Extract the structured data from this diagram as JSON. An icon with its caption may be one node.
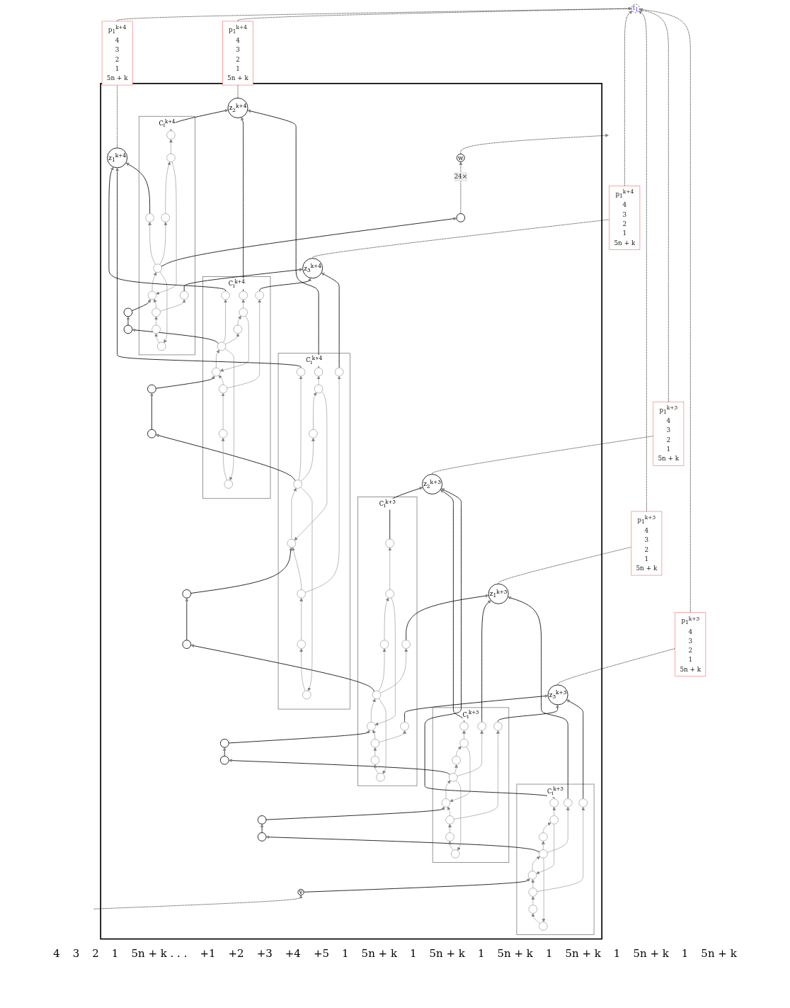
{
  "diagram": {
    "nodes": [
      {
        "text": [],
        "shape": "box"
      },
      {
        "text": [
          "w"
        ],
        "in": 0
      },
      {
        "text": [],
        "shape": "circle",
        "in": 0
      },
      {
        "text": [
          "C$_{i}$$^{k+4}$"
        ],
        "in": 0
      },
      {
        "text": [],
        "shape": "circle",
        "in": 3
      },
      {
        "text": [],
        "shape": "circle",
        "in": 3
      },
      {
        "text": [],
        "shape": "circle",
        "in": 3
      },
      {
        "text": [],
        "shape": "circle",
        "in": 3
      },
      {
        "text": [],
        "shape": "circle",
        "in": 3
      },
      {
        "text": [],
        "shape": "circle",
        "in": 3
      },
      {
        "text": [],
        "shape": "circle",
        "in": 3
      },
      {
        "text": [],
        "shape": "circle",
        "in": 3
      },
      {
        "text": [],
        "shape": "circle",
        "in": 3
      },
      {
        "text": [],
        "shape": "circle",
        "in": 3
      },
      {
        "text": [],
        "shape": "circle",
        "in": 0
      },
      {
        "text": [],
        "shape": "circle",
        "in": 0
      },
      {
        "text": [
          "z$_{1}$$^{k+4}$"
        ],
        "in": 0
      },
      {
        "text": [
          "C$_{i}$$^{k+4}$"
        ],
        "in": 0
      },
      {
        "text": [],
        "shape": "circle",
        "in": 17
      },
      {
        "text": [],
        "shape": "circle",
        "in": 17
      },
      {
        "text": [],
        "shape": "circle",
        "in": 17
      },
      {
        "text": [],
        "shape": "circle",
        "in": 17
      },
      {
        "text": [],
        "shape": "circle",
        "in": 17
      },
      {
        "text": [],
        "shape": "circle",
        "in": 17
      },
      {
        "text": [],
        "shape": "circle",
        "in": 17
      },
      {
        "text": [],
        "shape": "circle",
        "in": 17
      },
      {
        "text": [],
        "shape": "circle",
        "in": 17
      },
      {
        "text": [],
        "shape": "circle",
        "in": 17
      },
      {
        "text": [
          "z$_{2}$$^{k+4}$"
        ],
        "in": 0
      },
      {
        "text": [],
        "shape": "circle",
        "in": 0
      },
      {
        "text": [],
        "shape": "circle",
        "in": 0
      },
      {
        "text": [
          "z$_{3}$$^{k+4}$"
        ],
        "in": 0
      },
      {
        "text": [
          "C$_{i}$$^{k+4}$"
        ],
        "in": 0
      },
      {
        "text": [],
        "shape": "circle",
        "in": 32
      },
      {
        "text": [],
        "shape": "circle",
        "in": 32
      },
      {
        "text": [],
        "shape": "circle",
        "in": 32
      },
      {
        "text": [],
        "shape": "circle",
        "in": 32
      },
      {
        "text": [],
        "shape": "circle",
        "in": 32
      },
      {
        "text": [],
        "shape": "circle",
        "in": 32
      },
      {
        "text": [],
        "shape": "circle",
        "in": 32
      },
      {
        "text": [],
        "shape": "circle",
        "in": 32
      },
      {
        "text": [],
        "shape": "circle",
        "in": 32
      },
      {
        "text": [],
        "shape": "circle",
        "in": 32
      },
      {
        "text": [],
        "shape": "circle",
        "in": 0
      },
      {
        "text": [],
        "shape": "circle",
        "in": 0
      },
      {
        "text": [
          "C$_{i}$$^{k+3}$"
        ],
        "in": 0
      },
      {
        "text": [],
        "shape": "circle",
        "in": 45
      },
      {
        "text": [],
        "shape": "circle",
        "in": 45
      },
      {
        "text": [],
        "shape": "circle",
        "in": 45
      },
      {
        "text": [],
        "shape": "circle",
        "in": 45
      },
      {
        "text": [],
        "shape": "circle",
        "in": 45
      },
      {
        "text": [],
        "shape": "circle",
        "in": 45
      },
      {
        "text": [],
        "shape": "circle",
        "in": 45
      },
      {
        "text": [],
        "shape": "circle",
        "in": 45
      },
      {
        "text": [],
        "shape": "circle",
        "in": 45
      },
      {
        "text": [],
        "shape": "circle",
        "in": 45
      },
      {
        "text": [],
        "shape": "circle",
        "in": 0
      },
      {
        "text": [
          "z$_{1}$$^{k+3}$"
        ],
        "in": 0
      },
      {
        "text": [],
        "shape": "circle",
        "in": 0
      },
      {
        "text": [
          "C$_{i}$$^{k+3}$"
        ],
        "in": 0
      },
      {
        "text": [],
        "shape": "circle",
        "in": 59
      },
      {
        "text": [],
        "shape": "circle",
        "in": 59
      },
      {
        "text": [],
        "shape": "circle",
        "in": 59
      },
      {
        "text": [],
        "shape": "circle",
        "in": 59
      },
      {
        "text": [],
        "shape": "circle",
        "in": 59
      },
      {
        "text": [],
        "shape": "circle",
        "in": 59
      },
      {
        "text": [],
        "shape": "circle",
        "in": 59
      },
      {
        "text": [],
        "shape": "circle",
        "in": 59
      },
      {
        "text": [],
        "shape": "circle",
        "in": 59
      },
      {
        "text": [],
        "shape": "circle",
        "in": 59
      },
      {
        "text": [
          "z$_{2}$$^{k+3}$"
        ],
        "in": 0
      },
      {
        "text": [],
        "shape": "circle",
        "in": 0
      },
      {
        "text": [
          "z$_{3}$$^{k+3}$"
        ],
        "in": 0
      },
      {
        "text": [],
        "shape": "circle",
        "in": 0
      },
      {
        "text": [
          "C$_{i}$$^{k+3}$"
        ],
        "in": 0
      },
      {
        "text": [],
        "shape": "circle",
        "in": 74
      },
      {
        "text": [],
        "shape": "circle",
        "in": 74
      },
      {
        "text": [],
        "shape": "circle",
        "in": 74
      },
      {
        "text": [],
        "shape": "circle",
        "in": 74
      },
      {
        "text": [],
        "shape": "circle",
        "in": 74
      },
      {
        "text": [],
        "shape": "circle",
        "in": 74
      },
      {
        "text": [],
        "shape": "circle",
        "in": 74
      },
      {
        "text": [],
        "shape": "circle",
        "in": 74
      },
      {
        "text": [],
        "shape": "circle",
        "in": 74
      },
      {
        "text": [],
        "shape": "circle",
        "in": 74
      },
      {
        "text": [
          "v"
        ],
        "in": 0
      },
      {
        "text": [
          "p$_{1}$$^{k+4}$",
          "4",
          "3",
          "2",
          "1",
          "5n + k"
        ]
      },
      {
        "text": [
          "p$_{1}$$^{k+4}$",
          "4",
          "3",
          "2",
          "1",
          "5n + k"
        ]
      },
      {
        "text": [
          "p$_{1}$$^{k+4}$",
          "4",
          "3",
          "2",
          "1",
          "5n + k"
        ]
      },
      {
        "text": [
          "t$_{1}$"
        ]
      },
      {
        "text": [
          "p$_{1}$$^{k+3}$",
          "4",
          "3",
          "2",
          "1",
          "5n + k"
        ]
      },
      {
        "text": [
          "p$_{1}$$^{k+3}$",
          "4",
          "3",
          "2",
          "1",
          "5n + k"
        ]
      },
      {
        "text": [
          "p$_{1}$$^{k+3}$",
          "4",
          "3",
          "2",
          "1",
          "5n + k"
        ]
      }
    ],
    "edges": [
      {
        "from": null,
        "to": 85,
        "arrow": "to",
        "style": "dashed",
        "color": "#000000"
      },
      {
        "from": 85,
        "to": 81,
        "arrow": "to",
        "color": "#000000"
      },
      {
        "from": 77,
        "to": 73,
        "arrow": "to",
        "color": "#000000"
      },
      {
        "from": 73,
        "to": 71,
        "arrow": "to",
        "color": "#000000"
      },
      {
        "from": 71,
        "to": 66,
        "arrow": "to",
        "color": "#000000"
      },
      {
        "from": 62,
        "to": 58,
        "arrow": "to",
        "color": "#000000"
      },
      {
        "from": 58,
        "to": 56,
        "arrow": "to",
        "color": "#000000"
      },
      {
        "from": 56,
        "to": 52,
        "arrow": "to",
        "color": "#000000"
      },
      {
        "from": 48,
        "to": 44,
        "arrow": "to",
        "color": "#000000"
      },
      {
        "from": 44,
        "to": 43,
        "arrow": "to",
        "color": "#000000"
      },
      {
        "from": 43,
        "to": 39,
        "arrow": "to",
        "color": "#000000"
      },
      {
        "from": 35,
        "to": 30,
        "arrow": "to",
        "color": "#000000"
      },
      {
        "from": 30,
        "to": 29,
        "arrow": "to",
        "color": "#000000"
      },
      {
        "from": 29,
        "to": 24,
        "arrow": "to",
        "color": "#000000"
      },
      {
        "from": 20,
        "to": 15,
        "arrow": "to",
        "color": "#000000"
      },
      {
        "from": 15,
        "to": 14,
        "arrow": "to",
        "color": "#000000"
      },
      {
        "from": 14,
        "to": 10,
        "arrow": "to",
        "color": "#000000"
      },
      {
        "from": 6,
        "to": 2,
        "arrow": "to",
        "color": "#000000"
      },
      {
        "from": 2,
        "to": 1,
        "arrow": "to",
        "label": "24×",
        "style": "dashed",
        "color": "#000000"
      },
      {
        "from": 1,
        "to": null,
        "arrow": "to",
        "style": "dashed",
        "color": "#000000"
      },
      {
        "from": 6,
        "to": 4,
        "arrow": "to"
      },
      {
        "from": 4,
        "to": 8,
        "arrow": "to"
      },
      {
        "from": 8,
        "to": 12,
        "arrow": "to"
      },
      {
        "from": 12,
        "to": 10,
        "arrow": "to"
      },
      {
        "from": 10,
        "to": 6,
        "arrow": "to"
      },
      {
        "from": 6,
        "to": 7,
        "arrow": "to"
      },
      {
        "from": 7,
        "to": 11,
        "arrow": "to"
      },
      {
        "from": 11,
        "to": 10,
        "arrow": "to"
      },
      {
        "from": 11,
        "to": 9,
        "arrow": "to"
      },
      {
        "from": 6,
        "to": 5,
        "arrow": "to"
      },
      {
        "from": 12,
        "to": 13,
        "arrow": "to"
      },
      {
        "from": 5,
        "to": 16,
        "arrow": "to",
        "color": "#000000"
      },
      {
        "from": 9,
        "to": 28,
        "arrow": "to",
        "color": "#000000"
      },
      {
        "from": 13,
        "to": 31,
        "arrow": "to",
        "color": "#000000"
      },
      {
        "from": 20,
        "to": 18,
        "arrow": "to"
      },
      {
        "from": 18,
        "to": 22,
        "arrow": "to"
      },
      {
        "from": 22,
        "to": 26,
        "arrow": "to"
      },
      {
        "from": 26,
        "to": 24,
        "arrow": "to"
      },
      {
        "from": 24,
        "to": 20,
        "arrow": "to"
      },
      {
        "from": 20,
        "to": 21,
        "arrow": "to"
      },
      {
        "from": 21,
        "to": 25,
        "arrow": "to"
      },
      {
        "from": 25,
        "to": 24,
        "arrow": "to"
      },
      {
        "from": 25,
        "to": 23,
        "arrow": "to"
      },
      {
        "from": 20,
        "to": 19,
        "arrow": "to"
      },
      {
        "from": 26,
        "to": 27,
        "arrow": "to"
      },
      {
        "from": 19,
        "to": 16,
        "arrow": "to",
        "color": "#000000"
      },
      {
        "from": 23,
        "to": 28,
        "arrow": "to",
        "color": "#000000"
      },
      {
        "from": 27,
        "to": 31,
        "arrow": "to",
        "color": "#000000"
      },
      {
        "from": 35,
        "to": 33,
        "arrow": "to"
      },
      {
        "from": 33,
        "to": 37,
        "arrow": "to"
      },
      {
        "from": 37,
        "to": 41,
        "arrow": "to"
      },
      {
        "from": 41,
        "to": 39,
        "arrow": "to"
      },
      {
        "from": 39,
        "to": 35,
        "arrow": "to"
      },
      {
        "from": 35,
        "to": 36,
        "arrow": "to"
      },
      {
        "from": 36,
        "to": 40,
        "arrow": "to"
      },
      {
        "from": 40,
        "to": 39,
        "arrow": "to"
      },
      {
        "from": 40,
        "to": 38,
        "arrow": "to"
      },
      {
        "from": 35,
        "to": 34,
        "arrow": "to"
      },
      {
        "from": 41,
        "to": 42,
        "arrow": "to"
      },
      {
        "from": 34,
        "to": 16,
        "arrow": "to",
        "color": "#000000"
      },
      {
        "from": 38,
        "to": 28,
        "arrow": "to",
        "color": "#000000"
      },
      {
        "from": 42,
        "to": 31,
        "arrow": "to",
        "color": "#000000"
      },
      {
        "from": 48,
        "to": 46,
        "arrow": "to"
      },
      {
        "from": 46,
        "to": 50,
        "arrow": "to"
      },
      {
        "from": 50,
        "to": 54,
        "arrow": "to"
      },
      {
        "from": 54,
        "to": 52,
        "arrow": "to"
      },
      {
        "from": 52,
        "to": 48,
        "arrow": "to"
      },
      {
        "from": 48,
        "to": 49,
        "arrow": "to"
      },
      {
        "from": 49,
        "to": 53,
        "arrow": "to"
      },
      {
        "from": 53,
        "to": 52,
        "arrow": "to"
      },
      {
        "from": 53,
        "to": 51,
        "arrow": "to"
      },
      {
        "from": 48,
        "to": 47,
        "arrow": "to"
      },
      {
        "from": 54,
        "to": 55,
        "arrow": "to"
      },
      {
        "from": 47,
        "to": 57,
        "arrow": "to",
        "color": "#000000"
      },
      {
        "from": 51,
        "to": 70,
        "arrow": "to",
        "color": "#000000"
      },
      {
        "from": 55,
        "to": 72,
        "arrow": "to",
        "color": "#000000"
      },
      {
        "from": 62,
        "to": 60,
        "arrow": "to"
      },
      {
        "from": 60,
        "to": 64,
        "arrow": "to"
      },
      {
        "from": 64,
        "to": 68,
        "arrow": "to"
      },
      {
        "from": 68,
        "to": 66,
        "arrow": "to"
      },
      {
        "from": 66,
        "to": 62,
        "arrow": "to"
      },
      {
        "from": 62,
        "to": 63,
        "arrow": "to"
      },
      {
        "from": 63,
        "to": 67,
        "arrow": "to"
      },
      {
        "from": 67,
        "to": 66,
        "arrow": "to"
      },
      {
        "from": 67,
        "to": 65,
        "arrow": "to"
      },
      {
        "from": 62,
        "to": 61,
        "arrow": "to"
      },
      {
        "from": 68,
        "to": 69,
        "arrow": "to"
      },
      {
        "from": 61,
        "to": 57,
        "arrow": "to",
        "color": "#000000"
      },
      {
        "from": 65,
        "to": 70,
        "arrow": "to",
        "color": "#000000"
      },
      {
        "from": 69,
        "to": 72,
        "arrow": "to",
        "color": "#000000"
      },
      {
        "from": 77,
        "to": 75,
        "arrow": "to"
      },
      {
        "from": 75,
        "to": 79,
        "arrow": "to"
      },
      {
        "from": 79,
        "to": 83,
        "arrow": "to"
      },
      {
        "from": 83,
        "to": 81,
        "arrow": "to"
      },
      {
        "from": 81,
        "to": 77,
        "arrow": "to"
      },
      {
        "from": 77,
        "to": 78,
        "arrow": "to"
      },
      {
        "from": 78,
        "to": 82,
        "arrow": "to"
      },
      {
        "from": 82,
        "to": 81,
        "arrow": "to"
      },
      {
        "from": 82,
        "to": 80,
        "arrow": "to"
      },
      {
        "from": 77,
        "to": 76,
        "arrow": "to"
      },
      {
        "from": 83,
        "to": 84,
        "arrow": "to"
      },
      {
        "from": 76,
        "to": 57,
        "arrow": "to",
        "color": "#000000"
      },
      {
        "from": 80,
        "to": 70,
        "arrow": "to",
        "color": "#000000"
      },
      {
        "from": 84,
        "to": 72,
        "arrow": "to",
        "color": "#000000"
      },
      {
        "from": 16,
        "to": 86,
        "arrow": "none",
        "style": "dashed",
        "color": "#000000"
      },
      {
        "from": 28,
        "to": 87,
        "arrow": "none",
        "style": "dashed",
        "color": "#000000"
      },
      {
        "from": 31,
        "to": 88,
        "arrow": "none",
        "style": "dashed",
        "color": "#000000"
      },
      {
        "from": 57,
        "to": 90,
        "arrow": "none",
        "style": "dashed",
        "color": "#000000"
      },
      {
        "from": 70,
        "to": 91,
        "arrow": "none",
        "style": "dashed",
        "color": "#000000"
      },
      {
        "from": 72,
        "to": 92,
        "arrow": "none",
        "style": "dashed",
        "color": "#000000"
      },
      {
        "from": 86,
        "to": 89,
        "arrow": "to",
        "style": "dashed",
        "color": "#000000"
      },
      {
        "from": 87,
        "to": 89,
        "arrow": "to",
        "style": "dashed",
        "color": "#000000"
      },
      {
        "from": 88,
        "to": 89,
        "arrow": "to",
        "style": "dashed",
        "color": "#000000"
      },
      {
        "from": 90,
        "to": 89,
        "arrow": "to",
        "style": "dashed",
        "color": "#000000"
      },
      {
        "from": 91,
        "to": 89,
        "arrow": "to",
        "style": "dashed",
        "color": "#000000"
      },
      {
        "from": 92,
        "to": 89,
        "arrow": "to",
        "style": "dashed",
        "color": "#000000"
      }
    ],
    "labels": [
      "4",
      "3",
      "2",
      "1",
      "5n + k . . .",
      "+1",
      "+2",
      "+3",
      "+4",
      "+5",
      "1",
      "5n + k",
      "1",
      "5n + k",
      "1",
      "5n + k",
      "1",
      "5n + k",
      "1",
      "5n + k",
      "1",
      "5n + k"
    ]
  }
}
